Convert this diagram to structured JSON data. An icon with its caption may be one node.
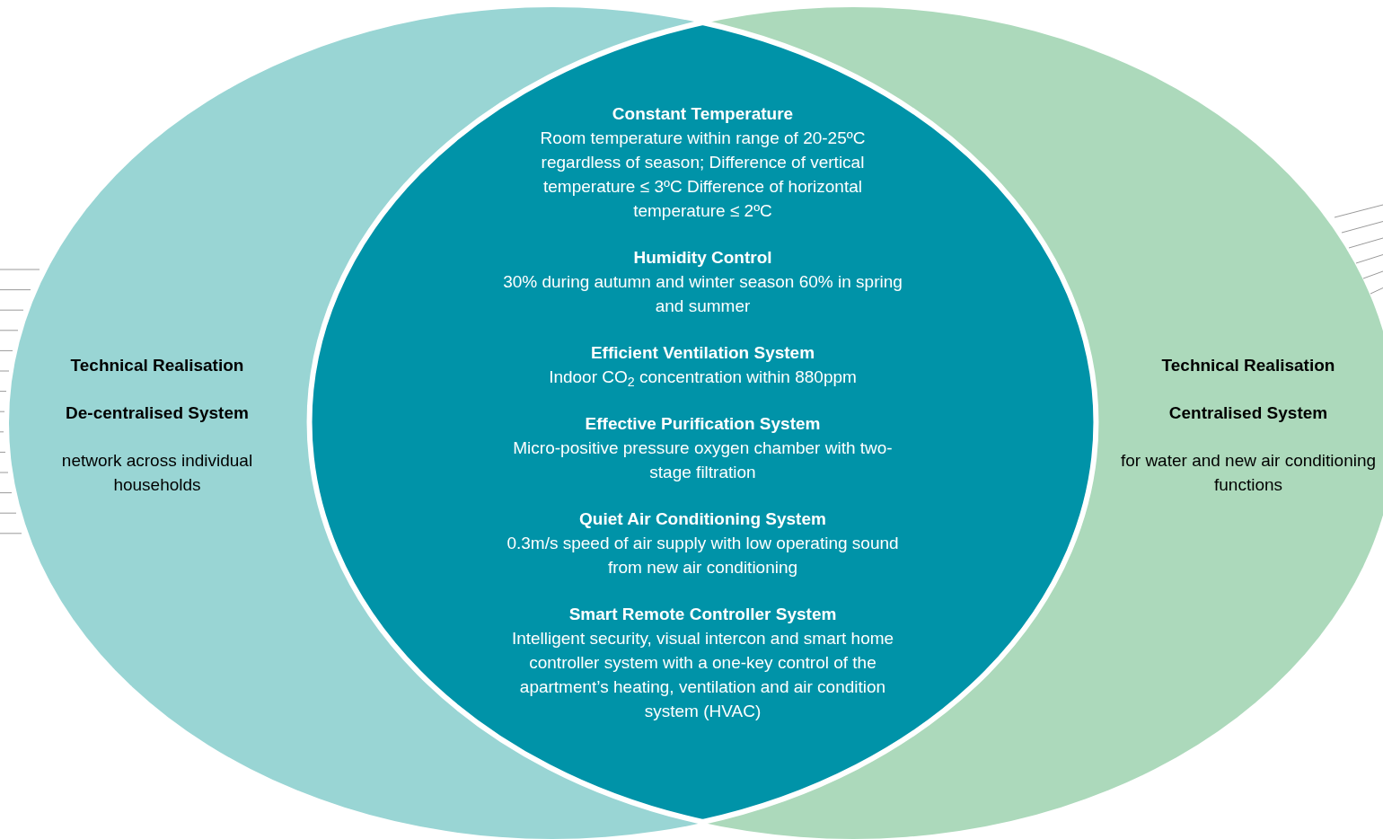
{
  "diagram": {
    "nodes": [
      {
        "text": [
          "Technical Realisation",
          "De-centralised System",
          "network across individual households"
        ]
      },
      {
        "text": [
          "Constant Temperature",
          "Room temperature within range of 20-25ºC regardless of season; Difference of vertical temperature ≤ 3ºC Difference of horizontal temperature ≤ 2ºC",
          "Humidity Control",
          "30% during autumn and winter season 60% in spring and summer",
          "Efficient Ventilation System",
          "Indoor CO$_{2}$ concentration within 880ppm",
          "Effective Purification System",
          "Micro-positive pressure oxygen chamber with two-stage filtration",
          "Quiet Air Conditioning System",
          "0.3m/s speed of air supply with low operating sound from new air conditioning",
          "Smart Remote Controller System",
          "Intelligent security, visual intercon and smart home controller system with a one-key control of the apartment’s heating, ventilation and air condition system (HVAC)"
        ]
      },
      {
        "text": [
          "Technical Realisation",
          "Centralised System",
          "for water and new air conditioning functions"
        ]
      }
    ],
    "edges": []
  }
}
